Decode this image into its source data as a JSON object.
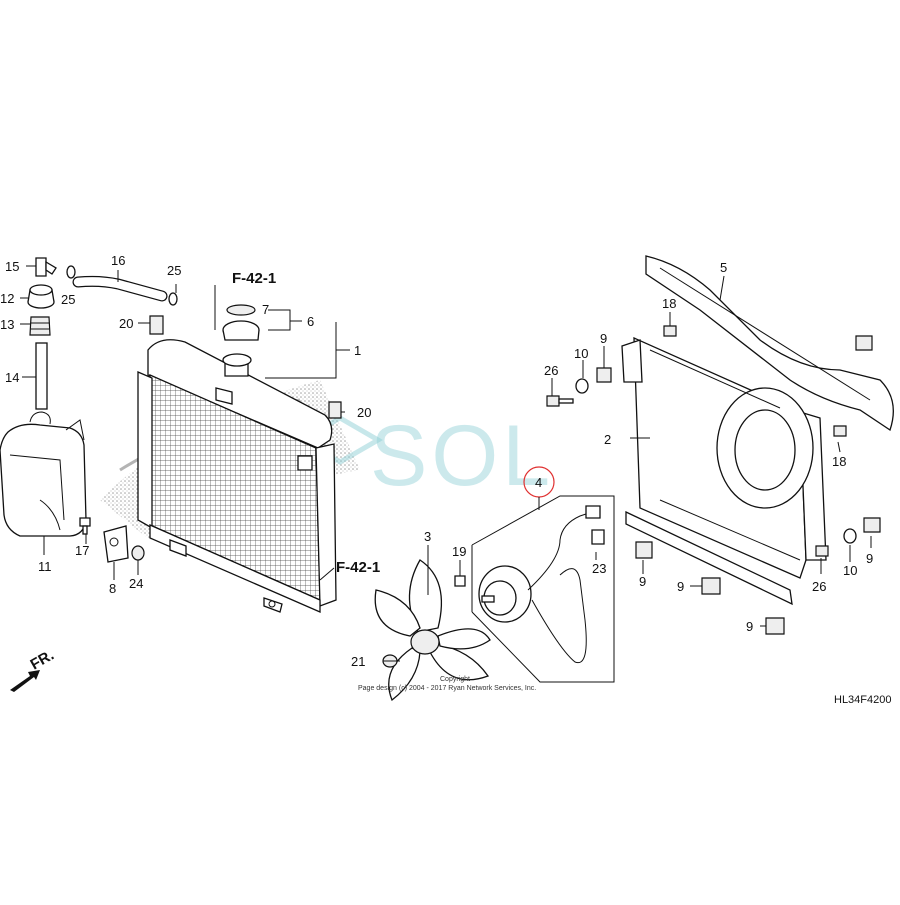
{
  "callouts": {
    "p1": "1",
    "p2": "2",
    "p3": "3",
    "p4": "4",
    "p5": "5",
    "p6": "6",
    "p7": "7",
    "p8": "8",
    "p9a": "9",
    "p9b": "9",
    "p9c": "9",
    "p9d": "9",
    "p9e": "9",
    "p10a": "10",
    "p10b": "10",
    "p11": "11",
    "p12": "12",
    "p13": "13",
    "p14": "14",
    "p15": "15",
    "p16": "16",
    "p17": "17",
    "p18a": "18",
    "p18b": "18",
    "p19": "19",
    "p20a": "20",
    "p20b": "20",
    "p21": "21",
    "p23": "23",
    "p24": "24",
    "p25a": "25",
    "p25b": "25",
    "p26a": "26",
    "p26b": "26"
  },
  "references": {
    "ref_top": "F-42-1",
    "ref_mid": "F-42-1"
  },
  "front_arrow": "FR.",
  "diagram_code": "HL34F4200",
  "watermark": "SOL",
  "copyright": {
    "line1": "Copyright",
    "line2": "Page design (c) 2004 - 2017 Ryan Network Services, Inc."
  },
  "colors": {
    "highlight_circle": "#e03030",
    "watermark": "#8fd0d6"
  }
}
